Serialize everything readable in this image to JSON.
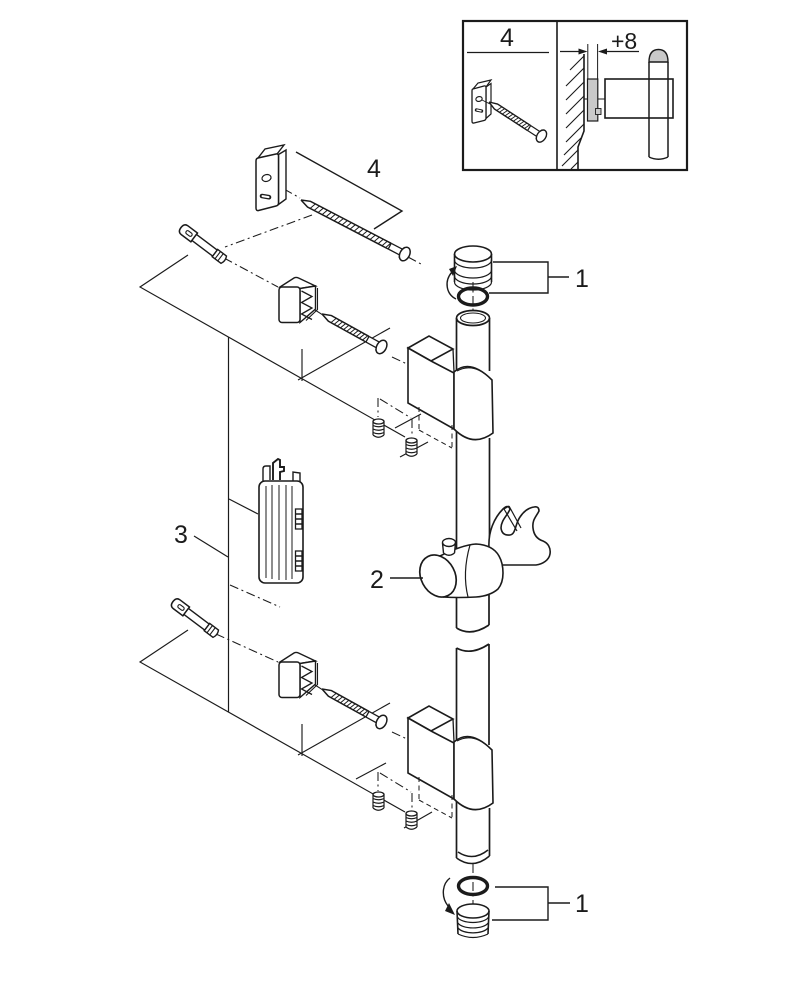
{
  "labels": {
    "callout_1_top": "1",
    "callout_1_bottom": "1",
    "callout_2": "2",
    "callout_3": "3",
    "callout_4": "4",
    "inset_callout_4": "4",
    "inset_dimension": "+8"
  },
  "parts": {
    "1": "end-cap-with-o-ring",
    "2": "sliding-holder",
    "3": "wall-mount-set-with-cover-profile",
    "4": "spacer-with-long-screw"
  },
  "colors": {
    "line": "#1b1b1b",
    "background": "#ffffff",
    "metal_fill": "#c9c9c9"
  }
}
